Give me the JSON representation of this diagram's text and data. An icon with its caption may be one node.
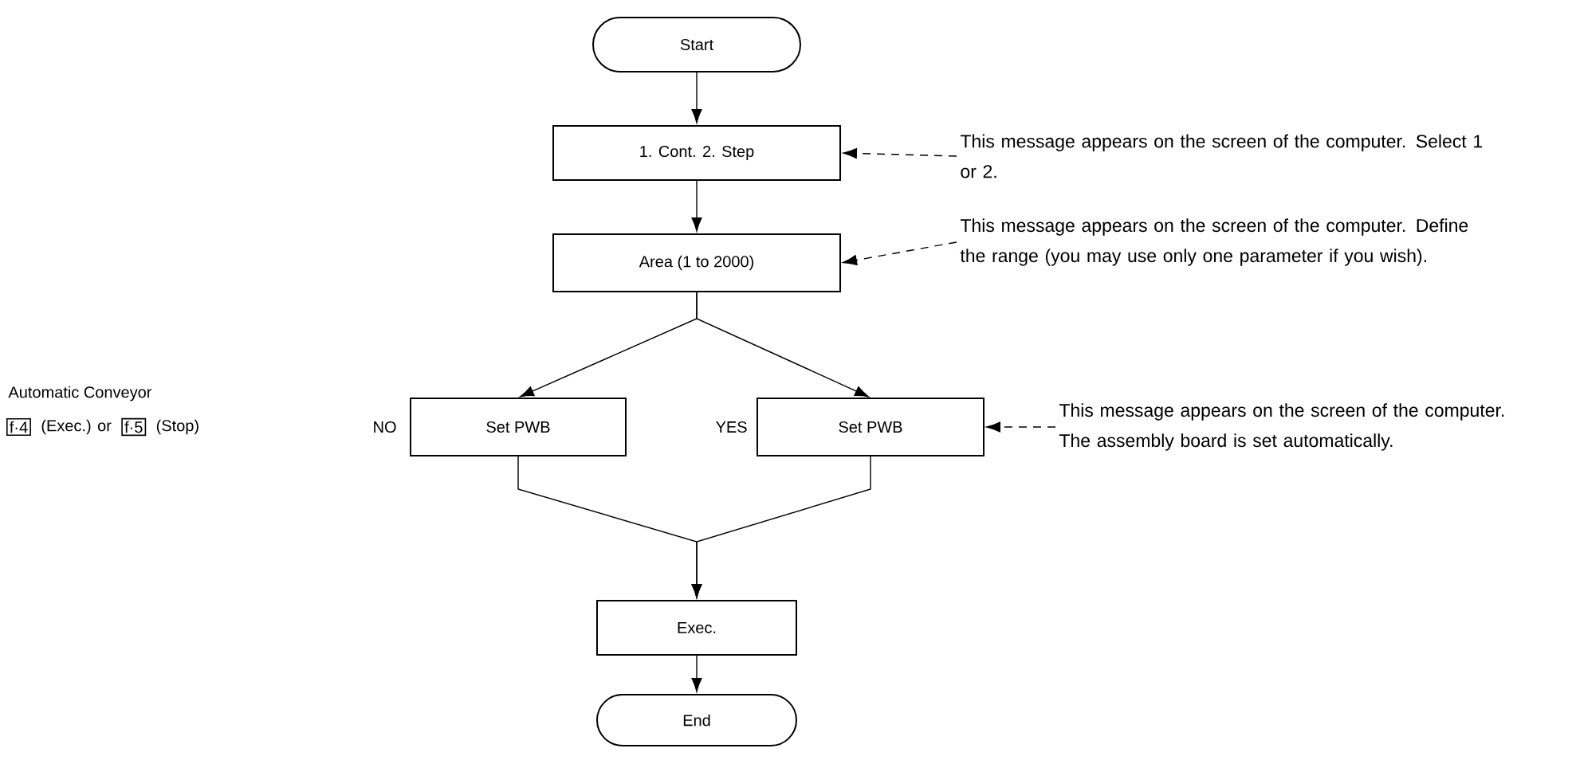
{
  "diagram": {
    "nodes": [
      {
        "text": [
          "Start"
        ]
      },
      {
        "text": [
          "1. Cont. 2. Step"
        ]
      },
      {
        "text": [
          "Area (1 to 2000)"
        ]
      },
      {
        "text": [
          "Set PWB"
        ]
      },
      {
        "text": [
          "Set PWB"
        ]
      },
      {
        "text": [
          "Exec."
        ]
      },
      {
        "text": [
          "End"
        ]
      },
      {
        "text": [
          "This message appears on the screen of the computer. Select 1 or 2."
        ]
      },
      {
        "text": [
          "This message appears on the screen of the computer. Define the range (you may use only one parameter if you wish)."
        ]
      },
      {
        "text": [
          "This message appears on the screen of the computer. The assembly board is set automatically."
        ]
      }
    ],
    "edges": [
      {
        "from": 0,
        "to": 1,
        "arrow": "to"
      },
      {
        "from": 1,
        "to": 2,
        "arrow": "to"
      },
      {
        "from": 2,
        "to": 3,
        "arrow": "to"
      },
      {
        "from": 2,
        "to": 4,
        "arrow": "to"
      },
      {
        "from": 3,
        "to": 5,
        "arrow": "to"
      },
      {
        "from": 4,
        "to": 5,
        "arrow": "to"
      },
      {
        "from": 5,
        "to": 6,
        "arrow": "to"
      },
      {
        "from": 7,
        "to": 1,
        "arrow": "to",
        "style": "dashed"
      },
      {
        "from": 8,
        "to": 2,
        "arrow": "to",
        "style": "dashed"
      },
      {
        "from": 9,
        "to": 4,
        "arrow": "to",
        "style": "dashed"
      }
    ],
    "labels": [
      "Automatic Conveyor",
      "f·4",
      "(Exec.) or",
      "f·5",
      "(Stop)",
      "NO",
      "YES"
    ]
  }
}
